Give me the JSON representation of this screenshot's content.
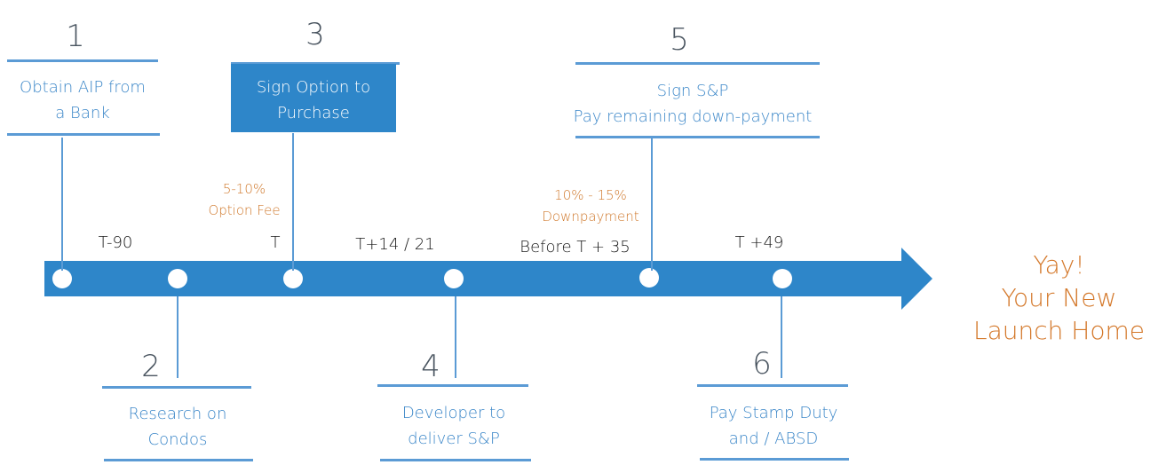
{
  "colors": {
    "accent": "#2e86c9",
    "rule": "#5b9bd5",
    "label": "#3a86c8",
    "orange": "#d07a2e",
    "number": "#4a5560"
  },
  "steps": [
    {
      "number": "1",
      "lines": [
        "Obtain AIP from",
        "a Bank"
      ]
    },
    {
      "number": "2",
      "lines": [
        "Research on",
        "Condos"
      ]
    },
    {
      "number": "3",
      "lines": [
        "Sign Option to",
        "Purchase"
      ]
    },
    {
      "number": "4",
      "lines": [
        "Developer to",
        "deliver S&P"
      ]
    },
    {
      "number": "5",
      "lines": [
        "Sign S&P",
        "Pay remaining down-payment"
      ]
    },
    {
      "number": "6",
      "lines": [
        "Pay Stamp Duty",
        "and / ABSD"
      ]
    }
  ],
  "timeline": {
    "markers": [
      "T-90",
      "T",
      "T+14 / 21",
      "Before T + 35",
      "T +49"
    ],
    "fees": [
      {
        "lines": [
          "5-10%",
          "Option Fee"
        ]
      },
      {
        "lines": [
          "10% - 15%",
          "Downpayment"
        ]
      }
    ]
  },
  "ending": {
    "lines": [
      "Yay!",
      "Your New",
      "Launch Home"
    ]
  }
}
